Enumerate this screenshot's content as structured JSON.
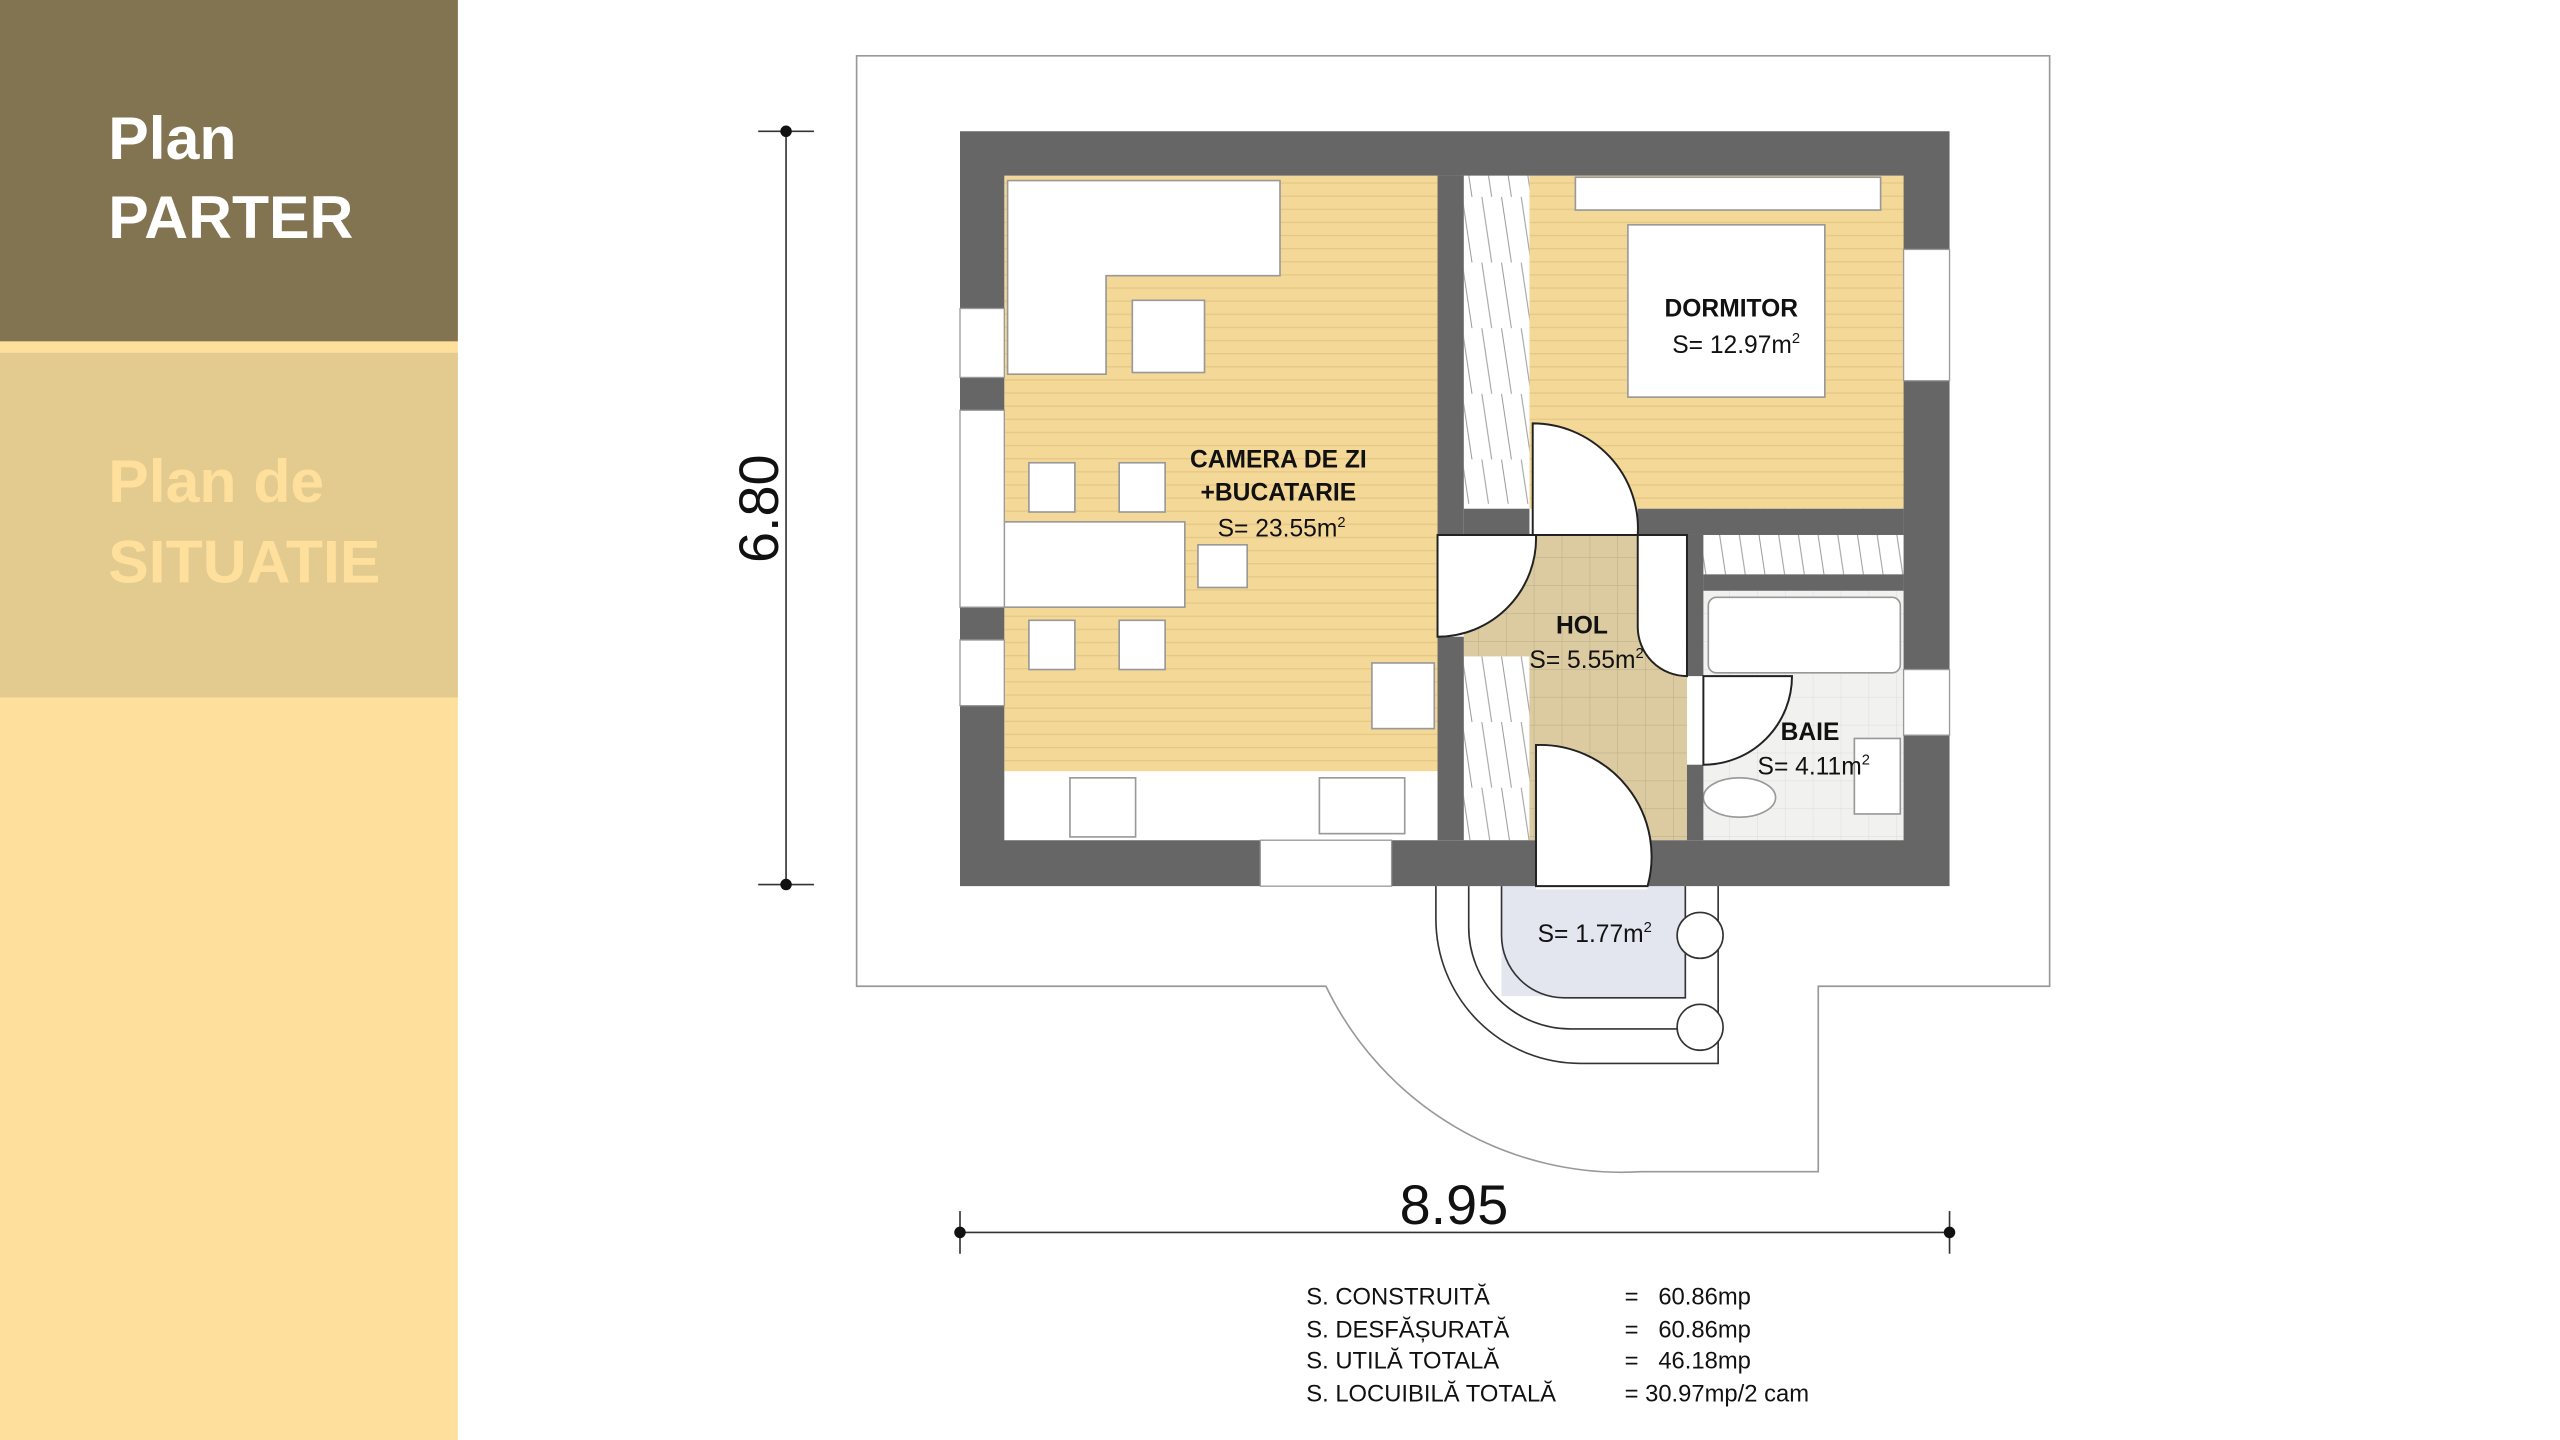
{
  "sidebar": {
    "active": {
      "line1": "Plan",
      "line2": "PARTER"
    },
    "inactive": {
      "line1": "Plan de",
      "line2": "SITUATIE"
    },
    "colors": {
      "active_bg": "#827351",
      "inactive_bg": "#e3ca8f",
      "base_bg": "#fee09c",
      "active_text": "#ffffff",
      "inactive_text": "#fee09c"
    }
  },
  "rooms": [
    {
      "name_line1": "CAMERA DE ZI",
      "name_line2": "+BUCATARIE",
      "area": "S= 23.55m",
      "sup": "2"
    },
    {
      "name_line1": "DORMITOR",
      "area": "S= 12.97m",
      "sup": "2"
    },
    {
      "name_line1": "HOL",
      "area": "S= 5.55m",
      "sup": "2"
    },
    {
      "name_line1": "BAIE",
      "area": "S= 4.11m",
      "sup": "2"
    },
    {
      "area": "S= 1.77m",
      "sup": "2"
    }
  ],
  "dimensions": {
    "height": "6.80",
    "width": "8.95"
  },
  "summary": [
    {
      "label": "S. CONSTRUITĂ",
      "value": "=   60.86mp"
    },
    {
      "label": "S. DESFĂȘURATĂ",
      "value": "=   60.86mp"
    },
    {
      "label": "S. UTILĂ TOTALĂ",
      "value": "=   46.18mp"
    },
    {
      "label": "S. LOCUIBILĂ TOTALĂ",
      "value": "= 30.97mp/2 cam"
    }
  ]
}
